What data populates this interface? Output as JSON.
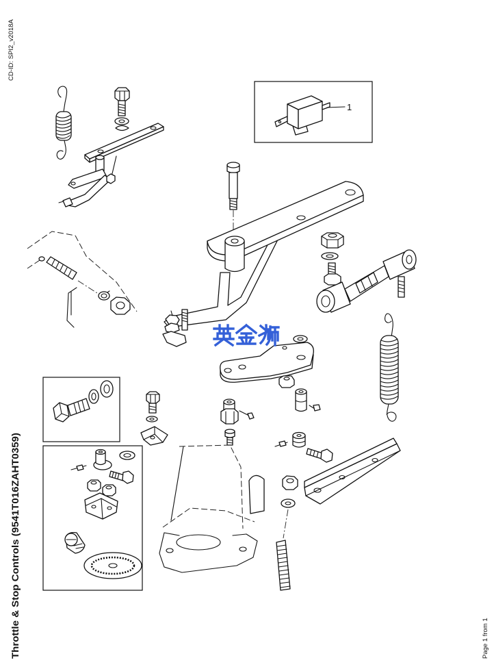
{
  "document": {
    "cd_id": "CD-ID: SPI2_v2018A",
    "title": "Throttle & Stop Controls (9541T016ZAHT0359)",
    "page": "Page 1 from 1"
  },
  "callouts": {
    "item_1": "1"
  },
  "watermark": "英金狮",
  "colors": {
    "background": "#ffffff",
    "line": "#111111",
    "watermark": "#3460d8"
  }
}
